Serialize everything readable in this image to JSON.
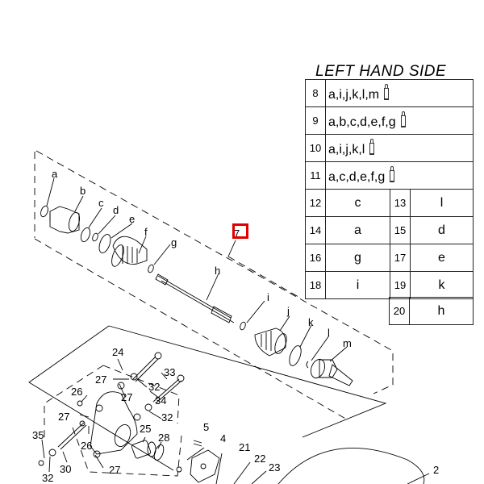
{
  "table": {
    "title": "LEFT HAND SIDE",
    "kit_rows": [
      {
        "num": "8",
        "parts": "a,i,j,k,l,m",
        "icon": "grease-tube-icon"
      },
      {
        "num": "9",
        "parts": "a,b,c,d,e,f,g",
        "icon": "grease-tube-icon"
      },
      {
        "num": "10",
        "parts": "a,i,j,k,l",
        "icon": "grease-tube-icon"
      },
      {
        "num": "11",
        "parts": "a,c,d,e,f,g",
        "icon": "grease-tube-icon"
      }
    ],
    "pair_rows": [
      {
        "num1": "12",
        "val1": "c",
        "num2": "13",
        "val2": "l"
      },
      {
        "num1": "14",
        "val1": "a",
        "num2": "15",
        "val2": "d"
      },
      {
        "num1": "16",
        "val1": "g",
        "num2": "17",
        "val2": "e"
      },
      {
        "num1": "18",
        "val1": "i",
        "num2": "19",
        "val2": "k"
      }
    ],
    "last_row": {
      "num": "20",
      "val": "h"
    }
  },
  "diagram": {
    "highlight": {
      "label": "7",
      "color": "#e00000"
    },
    "letter_labels": [
      "a",
      "b",
      "c",
      "d",
      "e",
      "f",
      "g",
      "h",
      "i",
      "j",
      "k",
      "l",
      "m"
    ],
    "number_labels": [
      "24",
      "27",
      "33",
      "32",
      "26",
      "27",
      "34",
      "32",
      "27",
      "25",
      "28",
      "35",
      "26",
      "30",
      "32",
      "27",
      "5",
      "4",
      "21",
      "22",
      "23",
      "2"
    ]
  }
}
